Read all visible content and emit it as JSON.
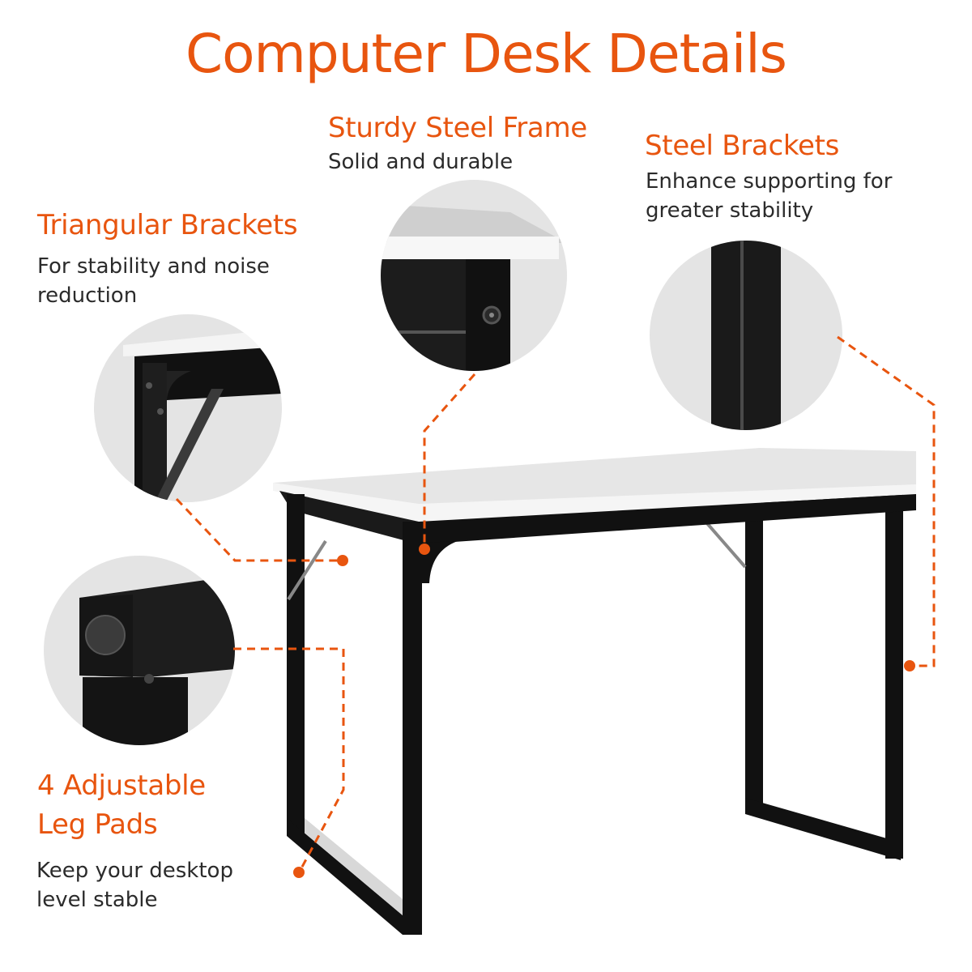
{
  "page": {
    "title": "Computer Desk Details",
    "colors": {
      "accent": "#e8550f",
      "text_dark": "#2b2b2b",
      "circle_bg": "#e4e4e4",
      "frame": "#111111",
      "desktop": "#e9e9e9"
    }
  },
  "features": [
    {
      "id": "sturdy-steel-frame",
      "title": "Sturdy Steel Frame",
      "description": [
        "Solid and durable"
      ],
      "image_icon": "frame-corner-closeup"
    },
    {
      "id": "steel-brackets",
      "title": "Steel Brackets",
      "description": [
        "Enhance supporting for",
        "greater stability"
      ],
      "image_icon": "leg-closeup"
    },
    {
      "id": "triangular-brackets",
      "title": "Triangular Brackets",
      "description": [
        "For stability and noise",
        "reduction"
      ],
      "image_icon": "triangular-bracket-closeup"
    },
    {
      "id": "adjustable-leg-pads",
      "title": [
        "4 Adjustable",
        "Leg Pads"
      ],
      "description": [
        "Keep your desktop",
        "level stable"
      ],
      "image_icon": "leg-pad-closeup"
    }
  ]
}
